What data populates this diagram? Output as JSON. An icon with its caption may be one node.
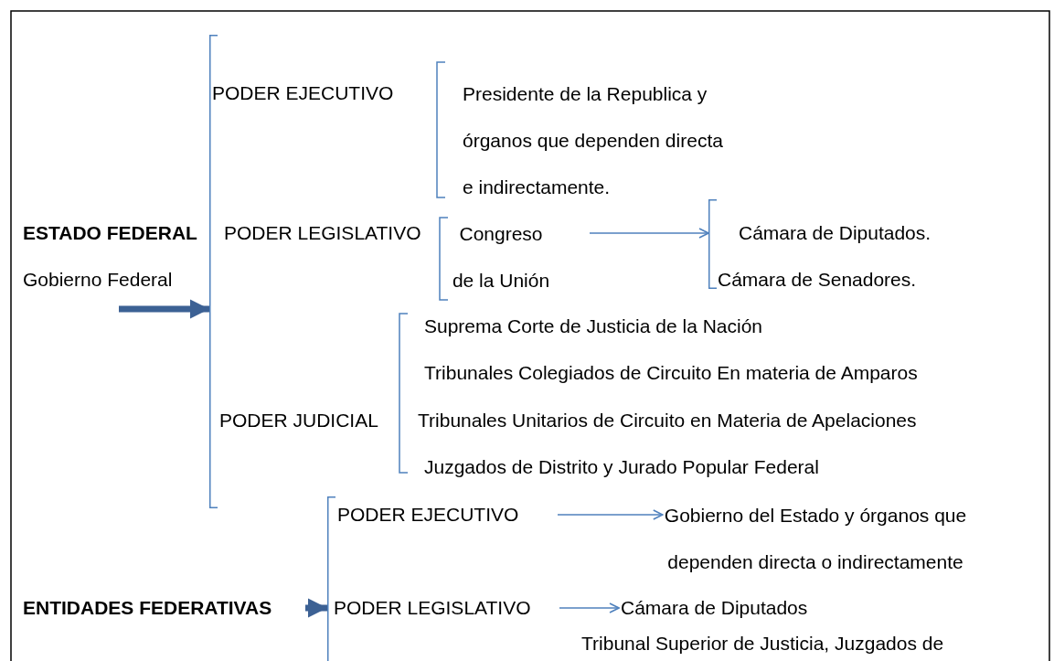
{
  "diagram": {
    "nodes": [
      {
        "text": [],
        "shape": "bracket"
      },
      {
        "text": [
          "PODER EJECUTIVO"
        ]
      },
      {
        "text": [
          "Presidente de la Republica y órganos que dependen directa e indirectamente."
        ]
      },
      {
        "text": [
          "ESTADO FEDERAL"
        ]
      },
      {
        "text": [
          "PODER LEGISLATIVO"
        ]
      },
      {
        "text": [
          "Congreso de la Unión"
        ]
      },
      {
        "text": [],
        "shape": "bracket"
      },
      {
        "text": [
          "Cámara de Diputados."
        ]
      },
      {
        "text": [
          "Gobierno Federal"
        ]
      },
      {
        "text": [
          "Cámara de Senadores."
        ]
      },
      {
        "text": [
          "Suprema Corte de Justicia de la Nación"
        ]
      },
      {
        "text": [
          "Tribunales Colegiados de Circuito En materia de Amparos"
        ]
      },
      {
        "text": [
          "PODER JUDICIAL"
        ]
      },
      {
        "text": [
          "Tribunales Unitarios de Circuito en Materia de Apelaciones"
        ]
      },
      {
        "text": [
          "Juzgados de Distrito y Jurado Popular Federal"
        ]
      },
      {
        "text": [],
        "shape": "bracket"
      },
      {
        "text": [
          "PODER EJECUTIVO"
        ]
      },
      {
        "text": [
          "Gobierno del Estado y órganos que dependen directa o indirectamente"
        ]
      },
      {
        "text": [
          "ENTIDADES FEDERATIVAS"
        ]
      },
      {
        "text": [
          "PODER LEGISLATIVO"
        ]
      },
      {
        "text": [
          "Cámara de Diputados"
        ]
      },
      {
        "text": [
          "Tribunal Superior de Justicia, Juzgados de"
        ]
      }
    ],
    "edges": [
      {
        "from": 8,
        "to": 0,
        "arrow": "to",
        "style": "thick",
        "color": "#3c6194"
      },
      {
        "from": 5,
        "to": 6,
        "arrow": "to"
      },
      {
        "from": 16,
        "to": 17,
        "arrow": "to"
      },
      {
        "from": 19,
        "to": 20,
        "arrow": "to"
      },
      {
        "from": null,
        "to": 15,
        "arrow": "to",
        "style": "thick",
        "color": "#3c6194"
      }
    ]
  }
}
